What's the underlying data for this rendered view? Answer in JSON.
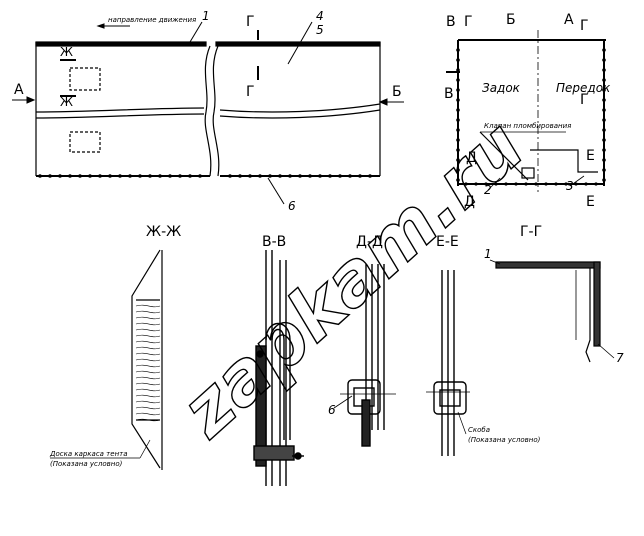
{
  "top_view": {
    "direction_label": "направление движения",
    "callout_1": "1",
    "callout_4": "4",
    "callout_5": "5",
    "callout_6": "6",
    "section_zh": "Ж",
    "section_g": "Г",
    "arrow_a": "А",
    "arrow_b": "Б"
  },
  "side_view": {
    "label_v": "В",
    "label_g": "Г",
    "label_b": "Б",
    "label_a": "А",
    "label_d": "Д",
    "label_e": "Е",
    "rear": "Задок",
    "front": "Передок",
    "seal_valve": "Клапан пломбирования",
    "callout_2": "2",
    "callout_3": "3"
  },
  "sections": {
    "zh_title": "Ж-Ж",
    "v_title": "В-В",
    "d_title": "Д-Д",
    "e_title": "Е-Е",
    "g_title": "Г-Г",
    "board_note_1": "Доска каркаса тента",
    "board_note_2": "(Показана условно)",
    "bracket_note_1": "Скоба",
    "bracket_note_2": "(Показана условно)",
    "callout_6": "6",
    "callout_1": "1",
    "callout_7": "7"
  },
  "watermark": "zapkam.ru"
}
